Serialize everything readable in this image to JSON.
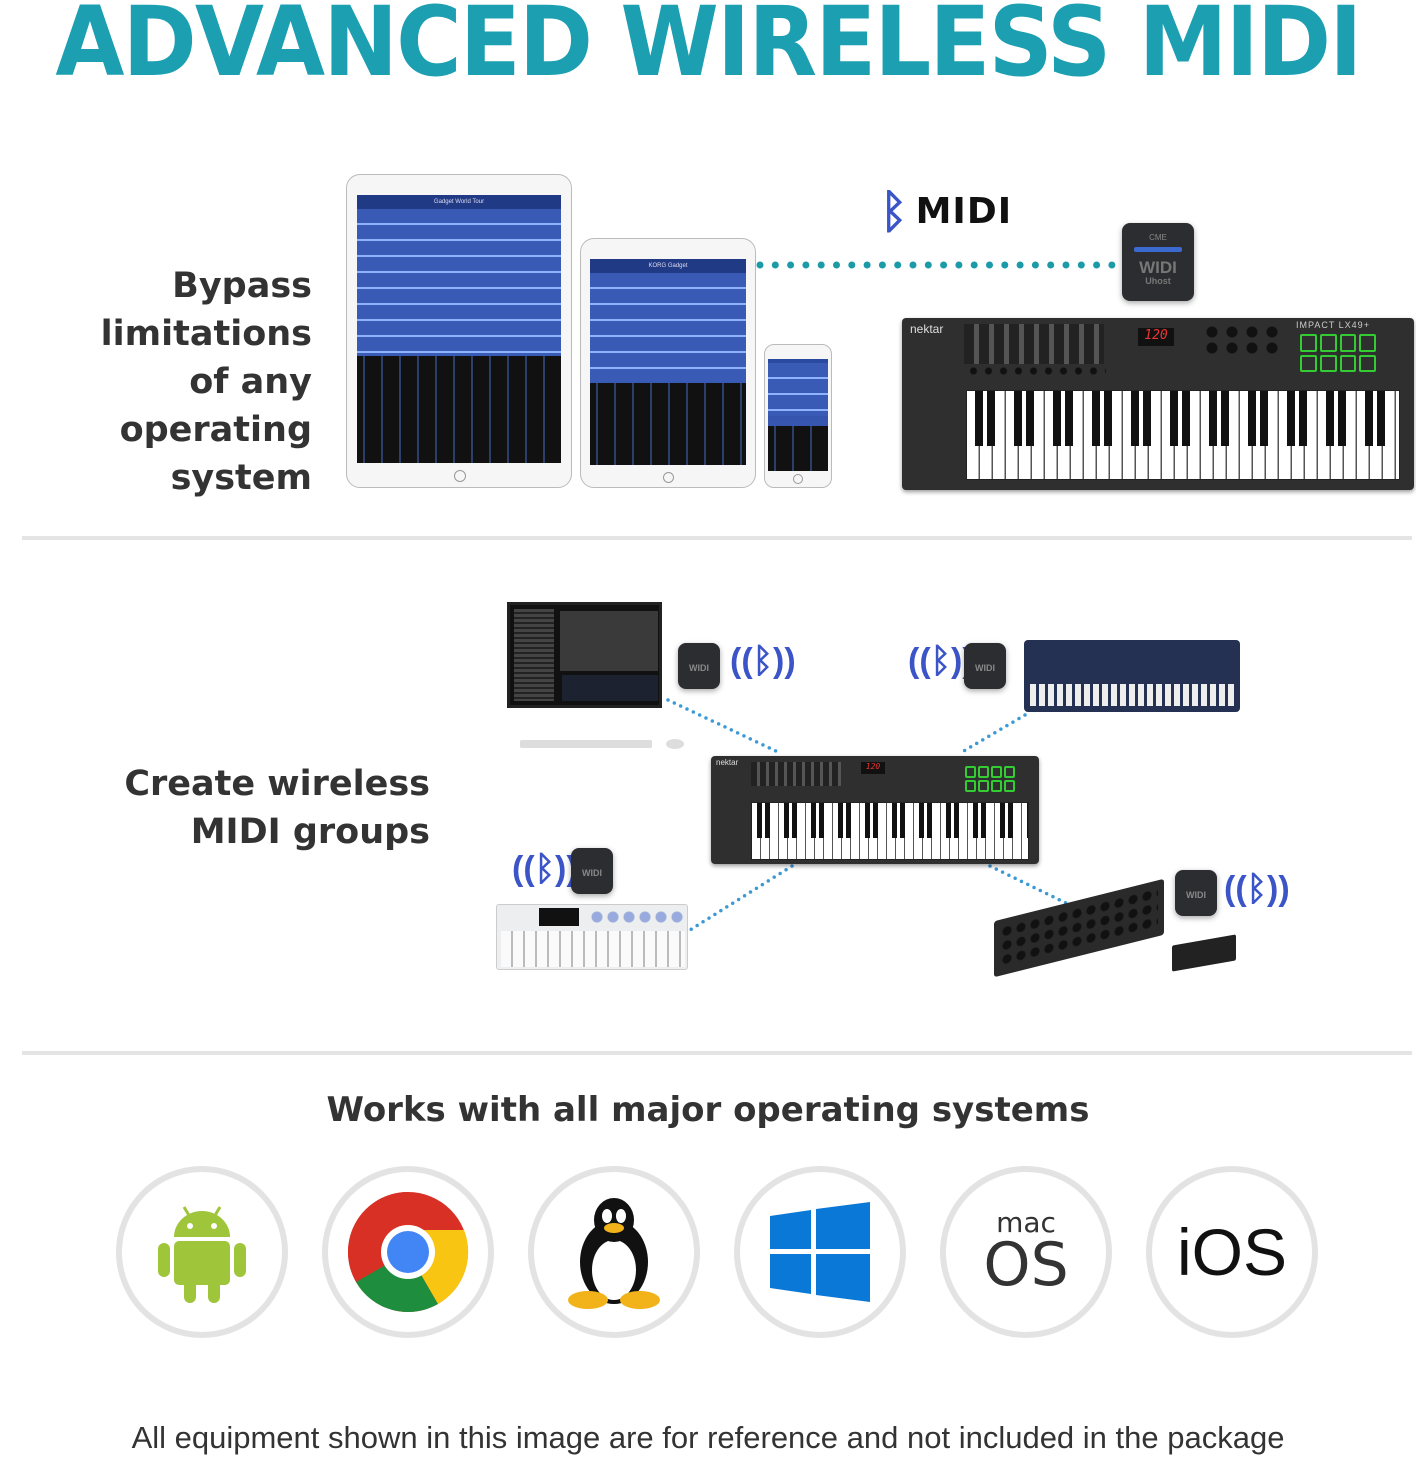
{
  "header": {
    "title": "ADVANCED WIRELESS MIDI"
  },
  "section1": {
    "text_lines": [
      "Bypass limitations",
      "of any operating",
      "system"
    ],
    "tablet_large_title": "Gadget World Tour",
    "tablet_small_title": "KORG Gadget",
    "bluetooth_midi_logo": "MIDI",
    "widi_device": {
      "brand": "CME",
      "name": "WIDI",
      "model": "Uhost"
    },
    "keyboard": {
      "brand": "nektar",
      "display": "120",
      "model": "IMPACT LX49+"
    }
  },
  "section2": {
    "text_lines": [
      "Create wireless",
      "MIDI groups"
    ],
    "widi_label": "WIDI",
    "keyboard": {
      "brand": "nektar",
      "display": "120"
    }
  },
  "section3": {
    "heading": "Works with all major operating systems",
    "os_icons": [
      {
        "icon": "android-icon"
      },
      {
        "icon": "chrome-icon"
      },
      {
        "icon": "linux-tux-icon"
      },
      {
        "icon": "windows-icon"
      },
      {
        "icon": "macos-icon",
        "top": "mac",
        "bottom": "OS"
      },
      {
        "icon": "ios-icon",
        "label": "iOS"
      }
    ]
  },
  "footer": {
    "disclaimer": "All equipment shown in this image are for reference and not included in the package"
  },
  "colors": {
    "accent": "#1b9fb1",
    "bluetooth": "#3b55c8",
    "divider": "#e4e4e4"
  }
}
